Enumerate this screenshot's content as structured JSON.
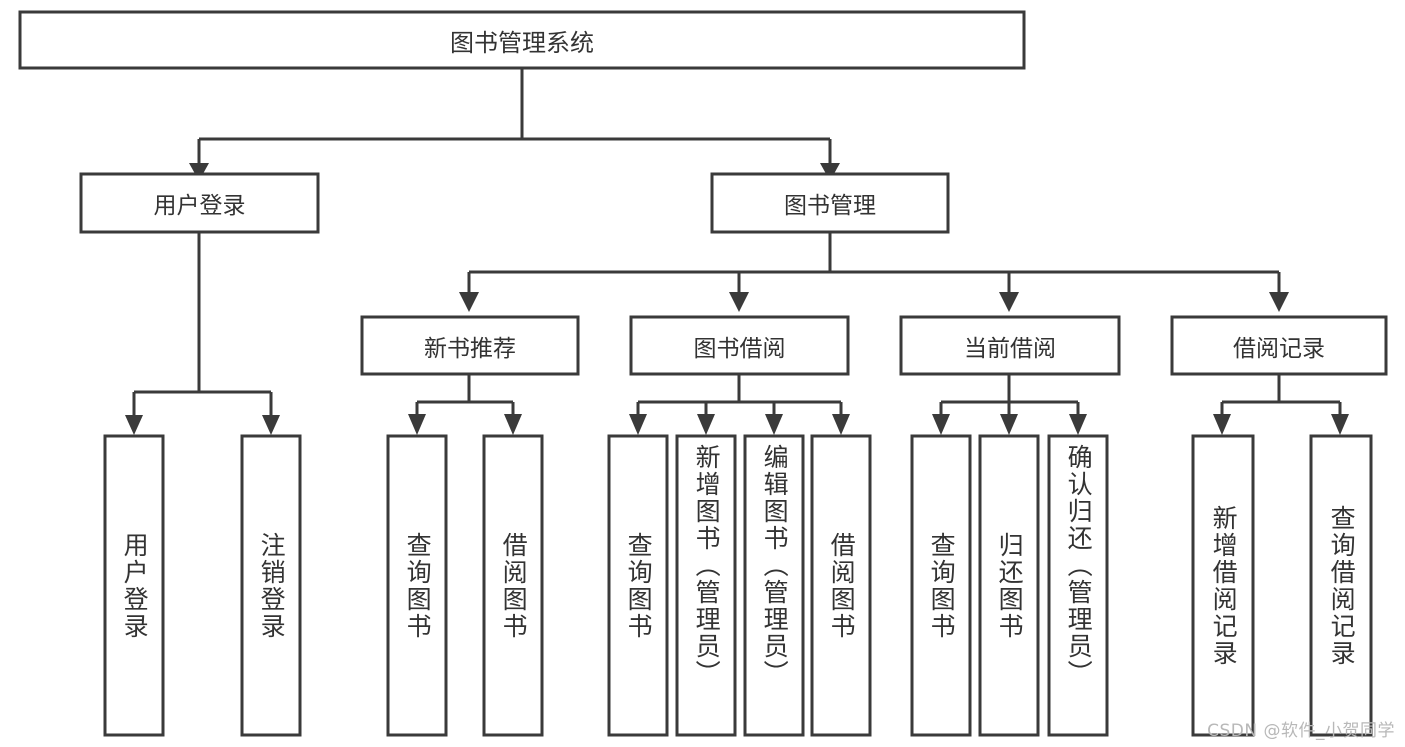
{
  "diagram": {
    "type": "tree-hierarchy",
    "title": "图书管理系统",
    "background_color": "#ffffff",
    "line_color": "#3a3a3a",
    "text_color": "#333333",
    "root": {
      "label": "图书管理系统"
    },
    "level2": [
      {
        "label": "用户登录"
      },
      {
        "label": "图书管理"
      }
    ],
    "level3": [
      {
        "label": "新书推荐"
      },
      {
        "label": "图书借阅"
      },
      {
        "label": "当前借阅"
      },
      {
        "label": "借阅记录"
      }
    ],
    "leaves": {
      "user_login": [
        {
          "label": "用户登录"
        },
        {
          "label": "注销登录"
        }
      ],
      "new_book": [
        {
          "label": "查询图书"
        },
        {
          "label": "借阅图书"
        }
      ],
      "book_borrow": [
        {
          "label": "查询图书"
        },
        {
          "label": "新增图书（管理员）"
        },
        {
          "label": "编辑图书（管理员）"
        },
        {
          "label": "借阅图书"
        }
      ],
      "current_borrow": [
        {
          "label": "查询图书"
        },
        {
          "label": "归还图书"
        },
        {
          "label": "确认归还（管理员）"
        }
      ],
      "borrow_record": [
        {
          "label": "新增借阅记录"
        },
        {
          "label": "查询借阅记录"
        }
      ]
    }
  },
  "watermark": {
    "text": "CSDN @软件_小贺同学"
  }
}
